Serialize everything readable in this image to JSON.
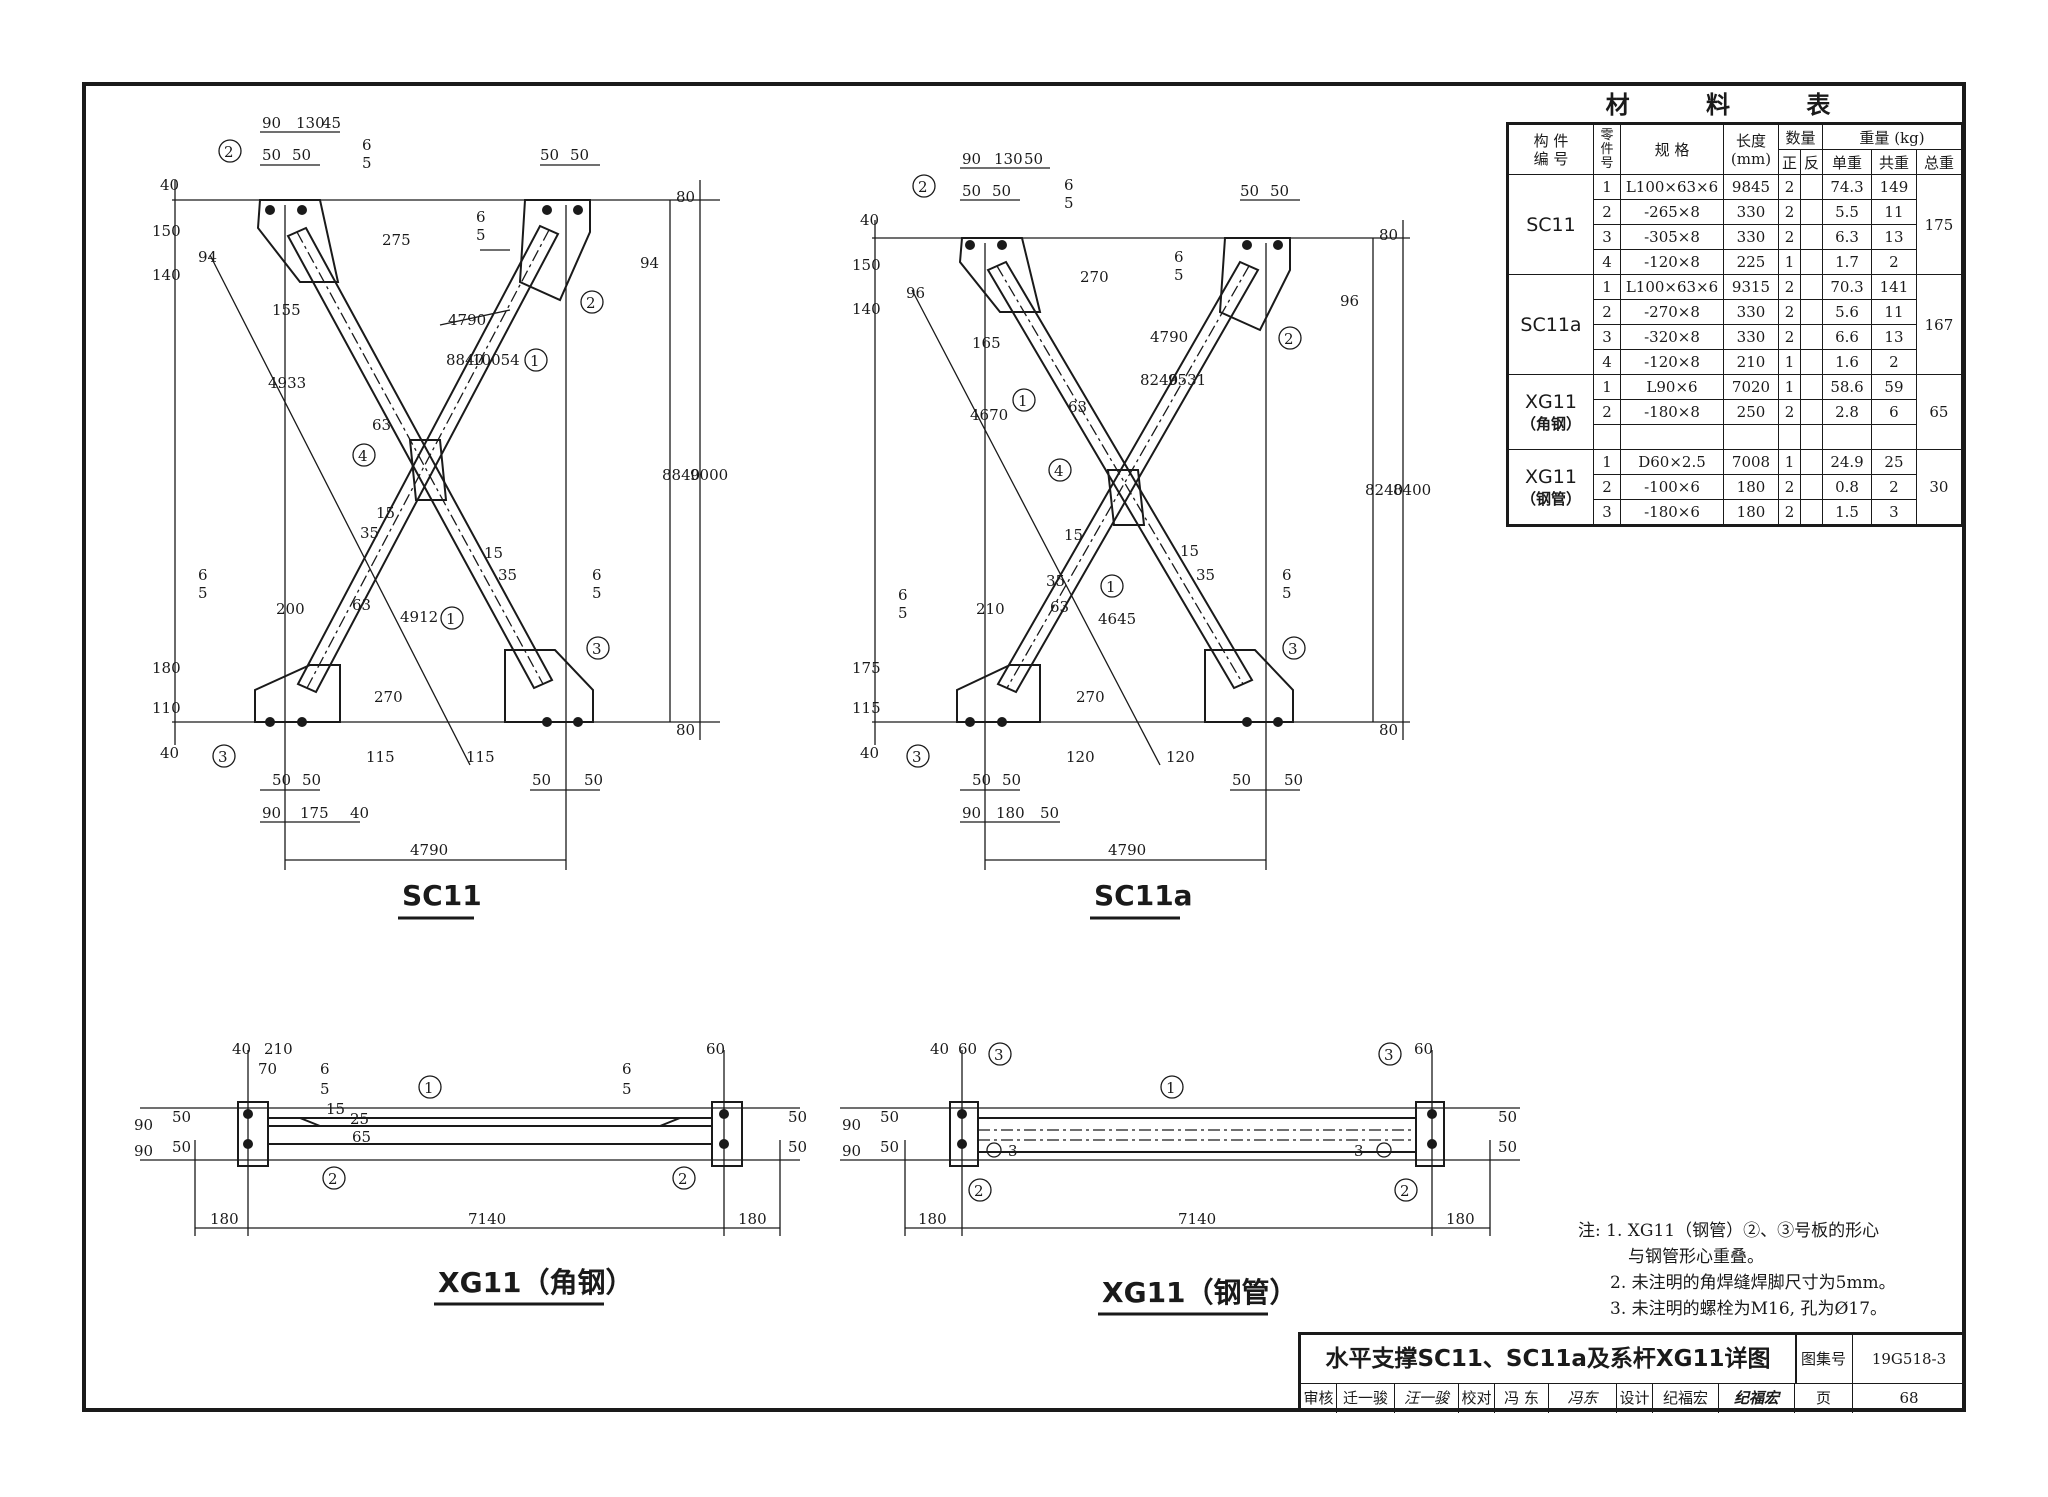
{
  "drawing": {
    "views": [
      {
        "id": "sc11",
        "label": "SC11"
      },
      {
        "id": "sc11a",
        "label": "SC11a"
      },
      {
        "id": "xg11a",
        "label": "XG11（角钢）"
      },
      {
        "id": "xg11b",
        "label": "XG11（钢管）"
      }
    ],
    "sc11_dims": {
      "top": [
        "90",
        "130",
        "45",
        "50",
        "50",
        "50",
        "50"
      ],
      "left": [
        "40",
        "150",
        "140",
        "180",
        "110",
        "40"
      ],
      "right": [
        "80",
        "8840",
        "9000",
        "80"
      ],
      "bottom": [
        "50",
        "50",
        "50",
        "50",
        "90",
        "175",
        "40",
        "4790"
      ],
      "inner": [
        "275",
        "155",
        "94",
        "4790",
        "8840",
        "10054",
        "4933",
        "63",
        "15",
        "35",
        "35",
        "15",
        "63",
        "4912",
        "200",
        "270",
        "115",
        "115",
        "6",
        "5"
      ]
    },
    "sc11a_dims": {
      "top": [
        "90",
        "130",
        "50",
        "50",
        "50",
        "50",
        "50"
      ],
      "left": [
        "40",
        "150",
        "140",
        "175",
        "115",
        "40"
      ],
      "right": [
        "80",
        "8240",
        "8400",
        "80"
      ],
      "bottom": [
        "50",
        "50",
        "50",
        "50",
        "90",
        "180",
        "50",
        "4790"
      ],
      "inner": [
        "270",
        "165",
        "96",
        "4790",
        "8240",
        "9531",
        "4670",
        "63",
        "15",
        "35",
        "35",
        "15",
        "63",
        "4645",
        "210",
        "270",
        "120",
        "120",
        "6",
        "5"
      ]
    },
    "xg11a_dims": [
      "40",
      "210",
      "70",
      "6",
      "5",
      "15",
      "25",
      "65",
      "60",
      "6",
      "5",
      "90",
      "90",
      "50",
      "50",
      "50",
      "50",
      "180",
      "7140",
      "180"
    ],
    "xg11b_dims": [
      "40",
      "60",
      "60",
      "90",
      "90",
      "50",
      "50",
      "50",
      "50",
      "3",
      "3",
      "180",
      "7140",
      "180"
    ],
    "part_marks": [
      "①",
      "②",
      "③",
      "④"
    ]
  },
  "material_table": {
    "title": "材 料 表",
    "headers": {
      "member_no": "构 件\n编 号",
      "part_no": "零件号",
      "spec": "规 格",
      "length": "长度\n(mm)",
      "qty": "数量",
      "qty_pos": "正",
      "qty_neg": "反",
      "weight": "重量 (kg)",
      "unit_w": "单重",
      "sum_w": "共重",
      "total_w": "总重"
    },
    "groups": [
      {
        "code": "SC11",
        "sub": "",
        "total": "175",
        "rows": [
          {
            "no": "1",
            "spec": "L100×63×6",
            "len": "9845",
            "pos": "2",
            "neg": "",
            "unit": "74.3",
            "sum": "149"
          },
          {
            "no": "2",
            "spec": "-265×8",
            "len": "330",
            "pos": "2",
            "neg": "",
            "unit": "5.5",
            "sum": "11"
          },
          {
            "no": "3",
            "spec": "-305×8",
            "len": "330",
            "pos": "2",
            "neg": "",
            "unit": "6.3",
            "sum": "13"
          },
          {
            "no": "4",
            "spec": "-120×8",
            "len": "225",
            "pos": "1",
            "neg": "",
            "unit": "1.7",
            "sum": "2"
          }
        ]
      },
      {
        "code": "SC11a",
        "sub": "",
        "total": "167",
        "rows": [
          {
            "no": "1",
            "spec": "L100×63×6",
            "len": "9315",
            "pos": "2",
            "neg": "",
            "unit": "70.3",
            "sum": "141"
          },
          {
            "no": "2",
            "spec": "-270×8",
            "len": "330",
            "pos": "2",
            "neg": "",
            "unit": "5.6",
            "sum": "11"
          },
          {
            "no": "3",
            "spec": "-320×8",
            "len": "330",
            "pos": "2",
            "neg": "",
            "unit": "6.6",
            "sum": "13"
          },
          {
            "no": "4",
            "spec": "-120×8",
            "len": "210",
            "pos": "1",
            "neg": "",
            "unit": "1.6",
            "sum": "2"
          }
        ]
      },
      {
        "code": "XG11",
        "sub": "（角钢）",
        "total": "65",
        "rows": [
          {
            "no": "1",
            "spec": "L90×6",
            "len": "7020",
            "pos": "1",
            "neg": "",
            "unit": "58.6",
            "sum": "59"
          },
          {
            "no": "2",
            "spec": "-180×8",
            "len": "250",
            "pos": "2",
            "neg": "",
            "unit": "2.8",
            "sum": "6"
          },
          {
            "no": "",
            "spec": "",
            "len": "",
            "pos": "",
            "neg": "",
            "unit": "",
            "sum": ""
          }
        ]
      },
      {
        "code": "XG11",
        "sub": "（钢管）",
        "total": "30",
        "rows": [
          {
            "no": "1",
            "spec": "D60×2.5",
            "len": "7008",
            "pos": "1",
            "neg": "",
            "unit": "24.9",
            "sum": "25"
          },
          {
            "no": "2",
            "spec": "-100×6",
            "len": "180",
            "pos": "2",
            "neg": "",
            "unit": "0.8",
            "sum": "2"
          },
          {
            "no": "3",
            "spec": "-180×6",
            "len": "180",
            "pos": "2",
            "neg": "",
            "unit": "1.5",
            "sum": "3"
          }
        ]
      }
    ]
  },
  "notes": {
    "label": "注:",
    "items": [
      "1. XG11（钢管）②、③号板的形心",
      "与钢管形心重叠。",
      "2. 未注明的角焊缝焊脚尺寸为5mm。",
      "3. 未注明的螺栓为M16, 孔为Ø17。"
    ]
  },
  "title_block": {
    "title": "水平支撑SC11、SC11a及系杆XG11详图",
    "atlas_label": "图集号",
    "atlas_no": "19G518-3",
    "review_label": "审核",
    "reviewer": "迁一骏",
    "reviewer_sign": "汪一骏",
    "check_label": "校对",
    "checker": "冯 东",
    "checker_sign": "冯东",
    "design_label": "设计",
    "designer": "纪福宏",
    "designer_sign": "纪福宏",
    "page_label": "页",
    "page_no": "68"
  }
}
